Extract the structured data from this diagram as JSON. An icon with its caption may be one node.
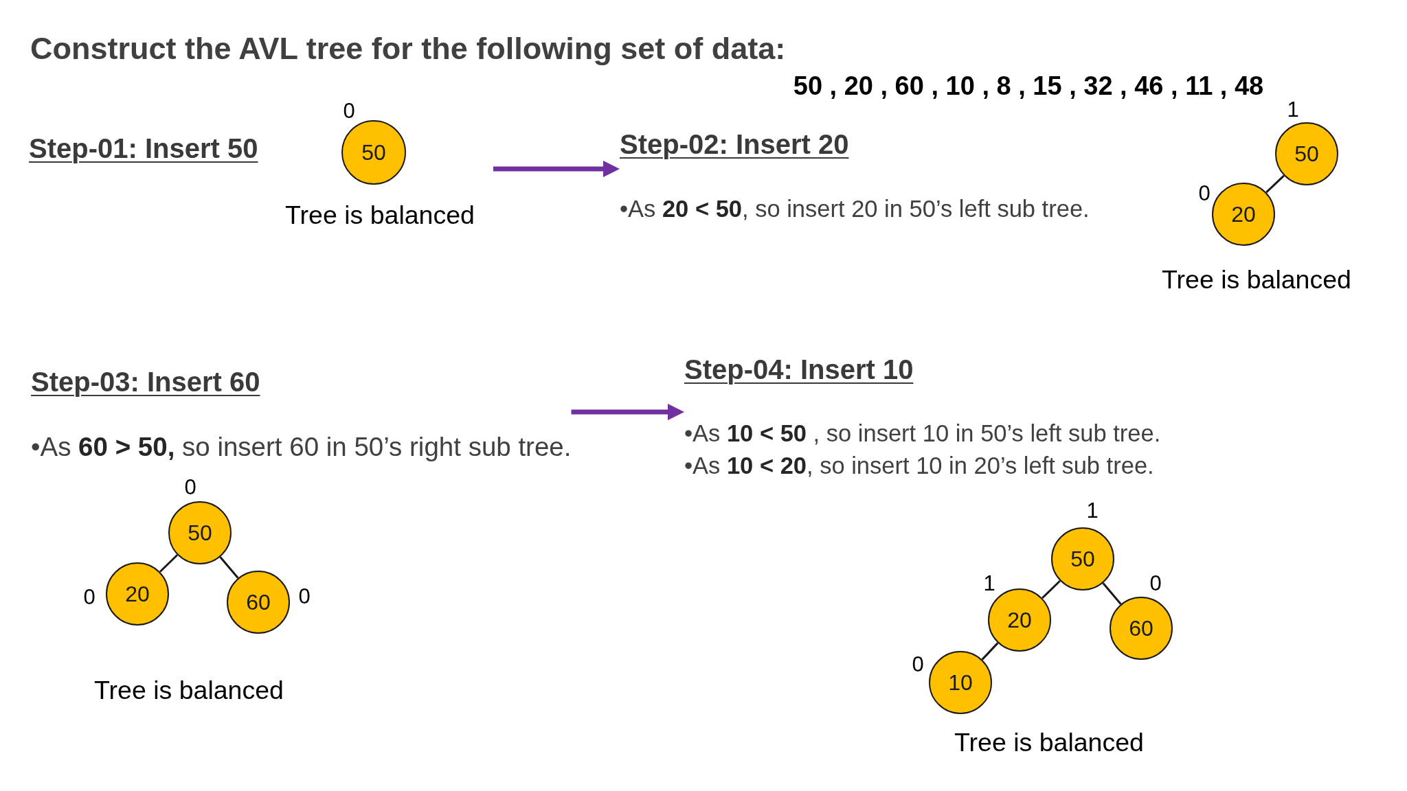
{
  "diagram": {
    "title": "Construct the AVL tree for the following set of data:",
    "nodes": [
      {
        "text": [
          "Step-01: Insert 50"
        ]
      },
      {
        "text": [
          "50"
        ],
        "beside": [
          "0"
        ]
      },
      {
        "text": [
          "Step-02: Insert 20",
          "•As **20 < 50**, so insert 20 in 50’s left sub tree."
        ]
      },
      {
        "text": [
          "50"
        ],
        "beside": [
          "1"
        ]
      },
      {
        "text": [
          "20"
        ],
        "beside": [
          "0"
        ]
      },
      {
        "text": [
          "Step-03: Insert 60",
          "•As **60 > 50,** so insert 60 in 50’s right sub tree."
        ]
      },
      {
        "text": [
          "50"
        ],
        "beside": [
          "0"
        ]
      },
      {
        "text": [
          "20"
        ],
        "beside": [
          "0"
        ]
      },
      {
        "text": [
          "60"
        ],
        "beside": [
          "0"
        ]
      },
      {
        "text": [
          "Step-04: Insert 10",
          "•As **10 < 50** , so insert 10 in 50’s left sub tree.",
          "•As **10 < 20**, so insert 10 in 20’s left sub tree."
        ]
      },
      {
        "text": [
          "50"
        ],
        "beside": [
          "1"
        ]
      },
      {
        "text": [
          "20"
        ],
        "beside": [
          "1"
        ]
      },
      {
        "text": [
          "60"
        ],
        "beside": [
          "0"
        ]
      },
      {
        "text": [
          "10"
        ],
        "beside": [
          "0"
        ]
      }
    ],
    "edges": [
      {
        "from": null,
        "to": 2,
        "arrow": "to",
        "style": "thick",
        "color": "#7030a0"
      },
      {
        "from": 3,
        "to": 4,
        "arrow": "none"
      },
      {
        "from": 5,
        "to": 9,
        "arrow": "to",
        "style": "thick",
        "color": "#7030a0"
      },
      {
        "from": 6,
        "to": 7,
        "arrow": "none"
      },
      {
        "from": 6,
        "to": 8,
        "arrow": "none"
      },
      {
        "from": 10,
        "to": 11,
        "arrow": "none"
      },
      {
        "from": 10,
        "to": 12,
        "arrow": "none"
      },
      {
        "from": 11,
        "to": 13,
        "arrow": "none"
      }
    ],
    "labels": [
      "50 , 20 , 60 , 10 , 8 , 15 , 32 , 46 , 11 , 48",
      "Tree is balanced",
      "Tree is balanced",
      "Tree is balanced",
      "Tree is balanced"
    ]
  }
}
